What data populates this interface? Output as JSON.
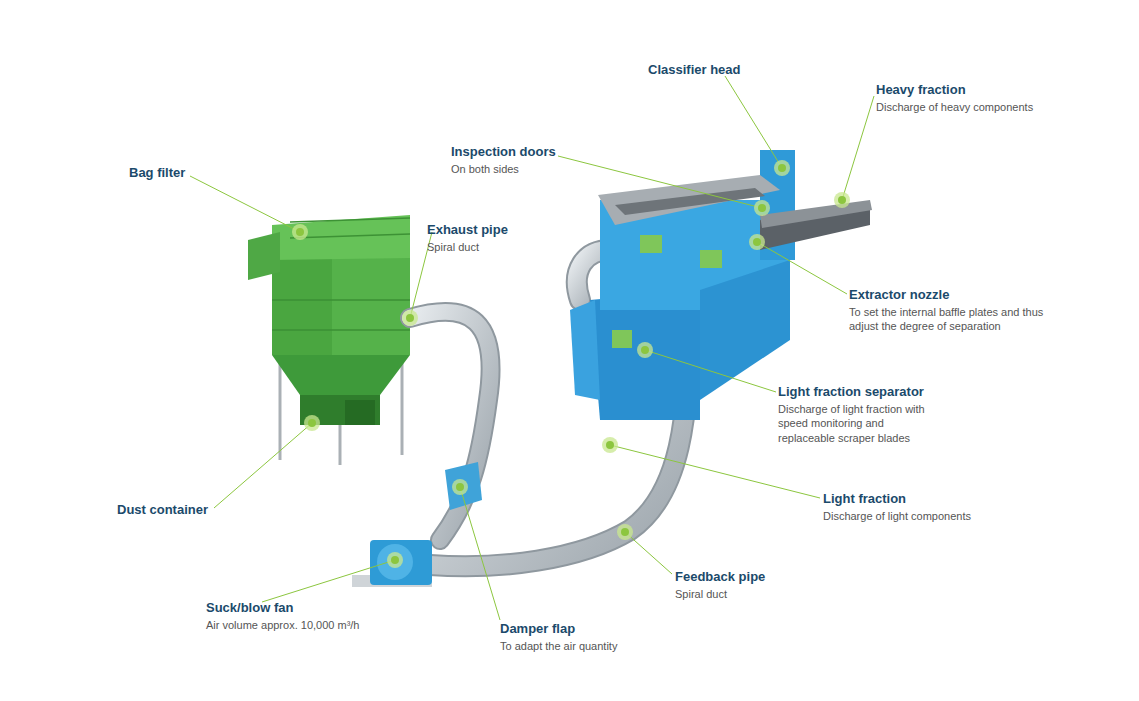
{
  "diagram": {
    "labels": [
      "Classifier head",
      "Heavy fraction",
      "Discharge of heavy components",
      "Inspection doors",
      "On both sides",
      "Bag filter",
      "Exhaust pipe",
      "Spiral duct",
      "Extractor nozzle",
      "To set the internal baffle plates and thus adjust the degree of separation",
      "Light fraction separator",
      "Discharge of light fraction with speed monitoring and replaceable scraper blades",
      "Light fraction",
      "Discharge of light components",
      "Dust container",
      "Feedback pipe",
      "Spiral duct",
      "Suck/blow fan",
      "Air volume approx. 10,000 m³/h",
      "Damper flap",
      "To adapt the air quantity"
    ]
  }
}
